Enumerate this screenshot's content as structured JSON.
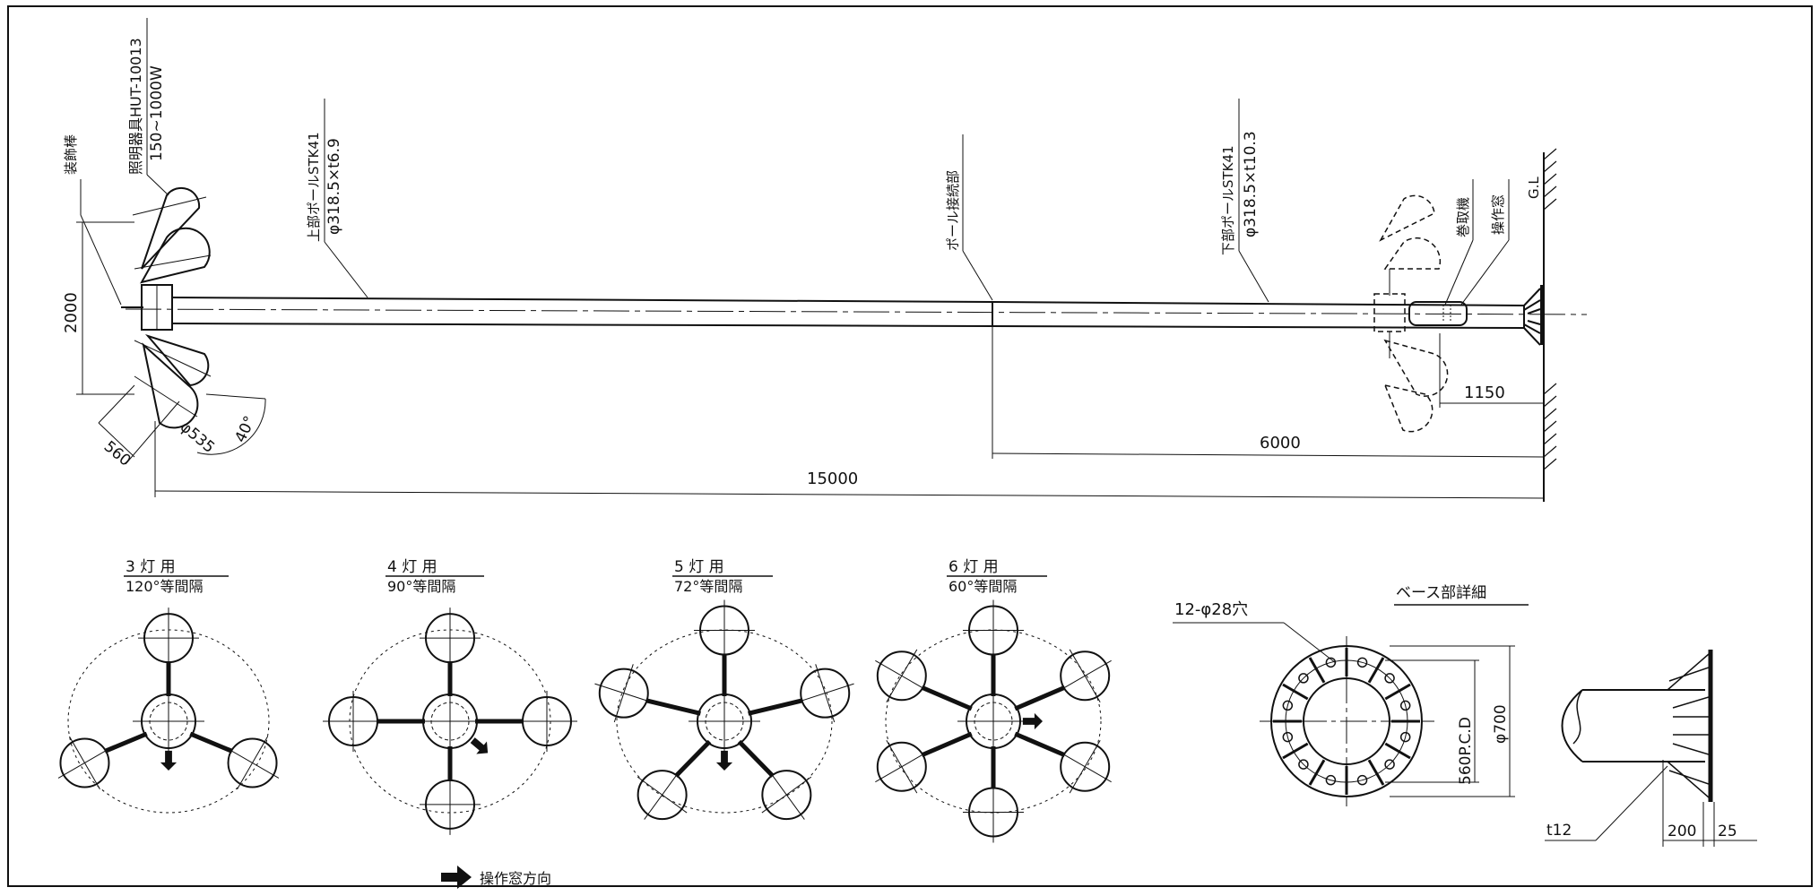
{
  "elevation": {
    "label_ornament": "装飾棒",
    "label_fixture_line1": "照明器具HUT-10013",
    "label_fixture_line2": "150~1000W",
    "label_upper_pole_line1": "上部ポールSTK41",
    "label_upper_pole_line2": "φ318.5×t6.9",
    "label_joint": "ポール接続部",
    "label_lower_pole_line1": "下部ポールSTK41",
    "label_lower_pole_line2": "φ318.5×t10.3",
    "label_winch": "巻取機",
    "label_window": "操作窓",
    "label_gl": "G.L",
    "dim_2000": "2000",
    "dim_560": "560",
    "dim_phi535": "φ535",
    "dim_40deg": "40°",
    "dim_1150": "1150",
    "dim_6000": "6000",
    "dim_15000": "15000"
  },
  "arrangements": [
    {
      "title": "3 灯 用",
      "spacing": "120°等間隔",
      "lamps": 3
    },
    {
      "title": "4 灯 用",
      "spacing": "90°等間隔",
      "lamps": 4
    },
    {
      "title": "5 灯 用",
      "spacing": "72°等間隔",
      "lamps": 5
    },
    {
      "title": "6 灯 用",
      "spacing": "60°等間隔",
      "lamps": 6
    }
  ],
  "legend": {
    "window_direction": "操作窓方向"
  },
  "base_detail": {
    "title": "ベース部詳細",
    "holes": "12-φ28穴",
    "pcd": "560P.C.D",
    "dia": "φ700",
    "t12": "t12",
    "dim_200": "200",
    "dim_25": "25"
  }
}
